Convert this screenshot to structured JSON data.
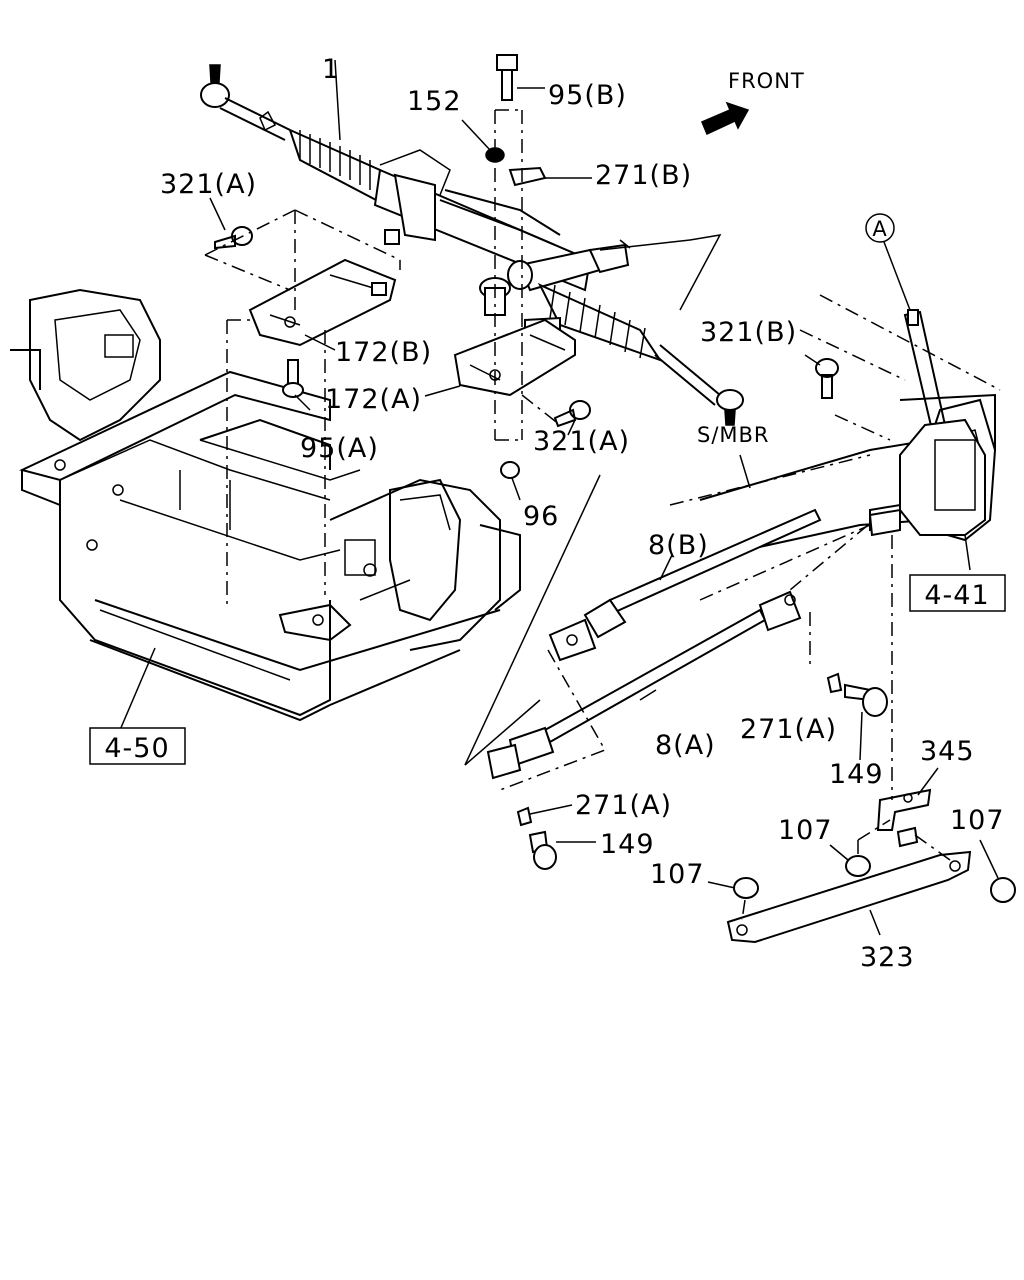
{
  "labels": {
    "front": "FRONT",
    "circle_a": "A",
    "smbr": "S/MBR",
    "p1": "1",
    "p152": "152",
    "p95b": "95(B)",
    "p271b": "271(B)",
    "p321a_top": "321(A)",
    "p321b": "321(B)",
    "p172b": "172(B)",
    "p172a": "172(A)",
    "p95a": "95(A)",
    "p321a_mid": "321(A)",
    "p96": "96",
    "p8b": "8(B)",
    "p8a": "8(A)",
    "p271a_mid": "271(A)",
    "p149_mid": "149",
    "p271a_low": "271(A)",
    "p149_low": "149",
    "p345": "345",
    "p107_mid": "107",
    "p107_right": "107",
    "p107_left": "107",
    "p323": "323"
  },
  "refs": {
    "r441": "4-41",
    "r450": "4-50"
  }
}
